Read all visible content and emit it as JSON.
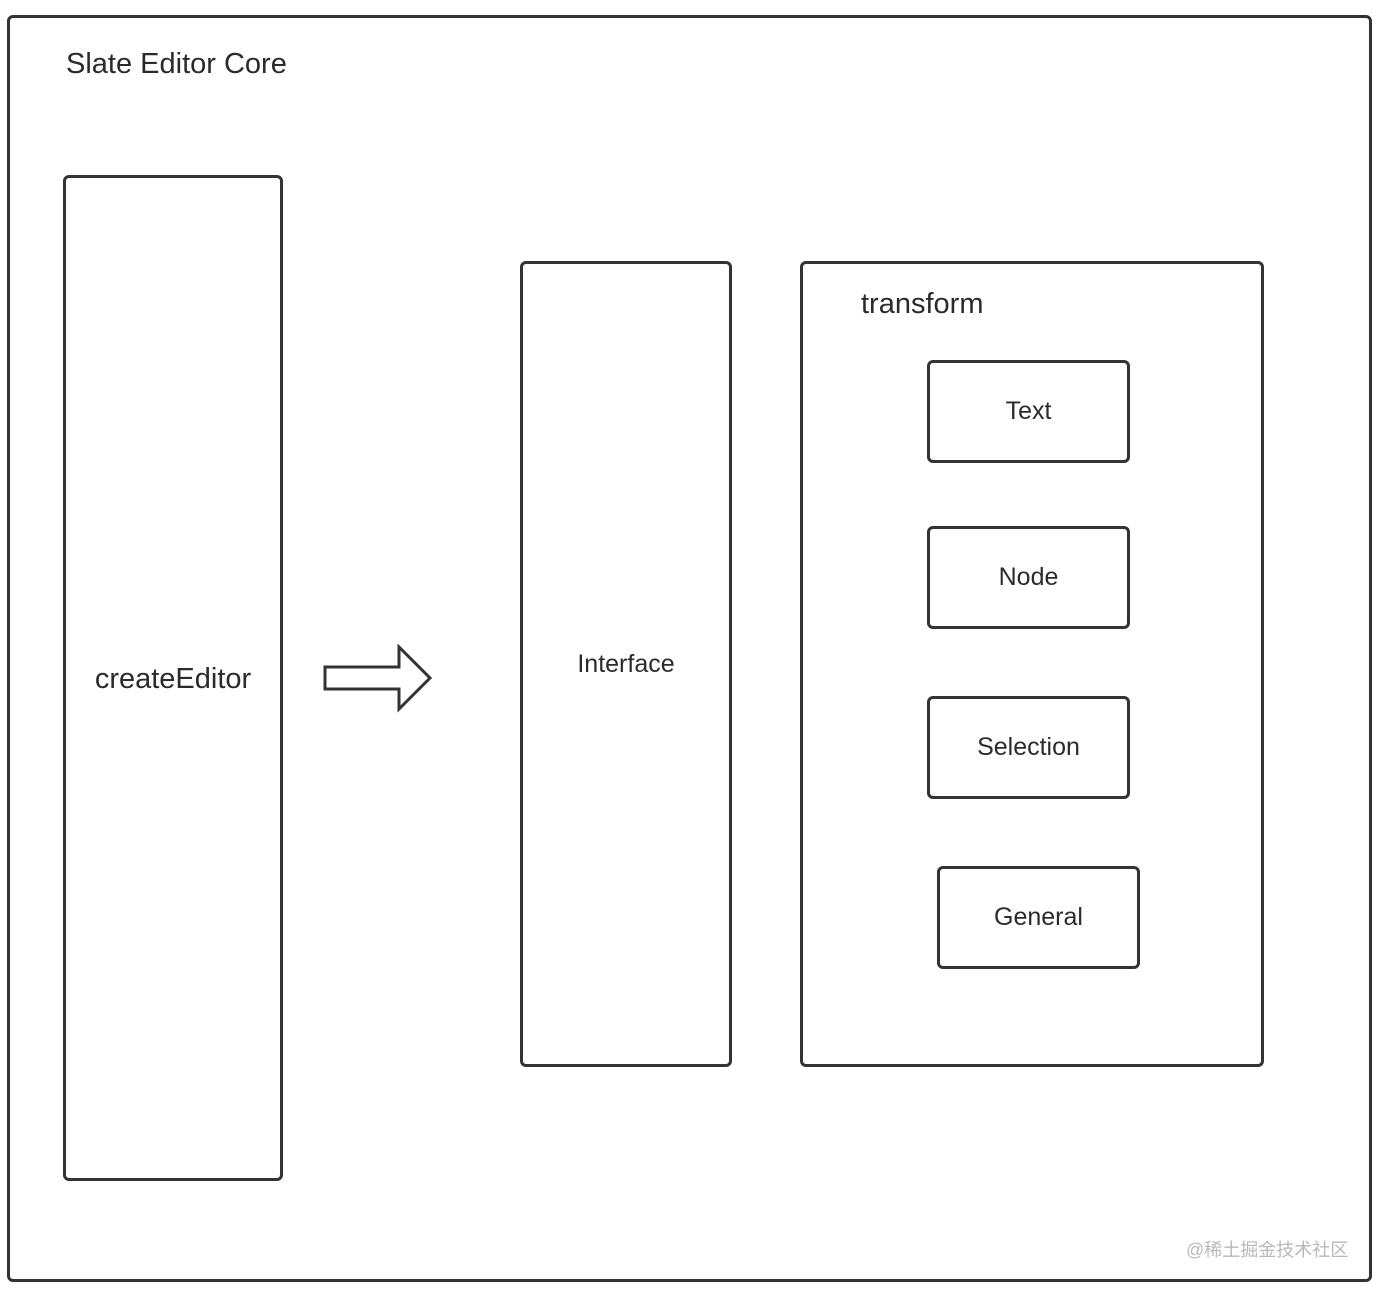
{
  "diagram": {
    "title": "Slate Editor Core",
    "create_editor": {
      "label": "createEditor"
    },
    "interface": {
      "label": "Interface"
    },
    "transform": {
      "title": "transform",
      "items": [
        {
          "label": "Text"
        },
        {
          "label": "Node"
        },
        {
          "label": "Selection"
        },
        {
          "label": "General"
        }
      ]
    },
    "arrow": {
      "icon": "right-arrow-icon"
    },
    "watermark": "@稀土掘金技术社区"
  },
  "colors": {
    "stroke": "#333333",
    "text": "#2b2b2b",
    "watermark": "#b8b8b8",
    "background": "#ffffff"
  }
}
